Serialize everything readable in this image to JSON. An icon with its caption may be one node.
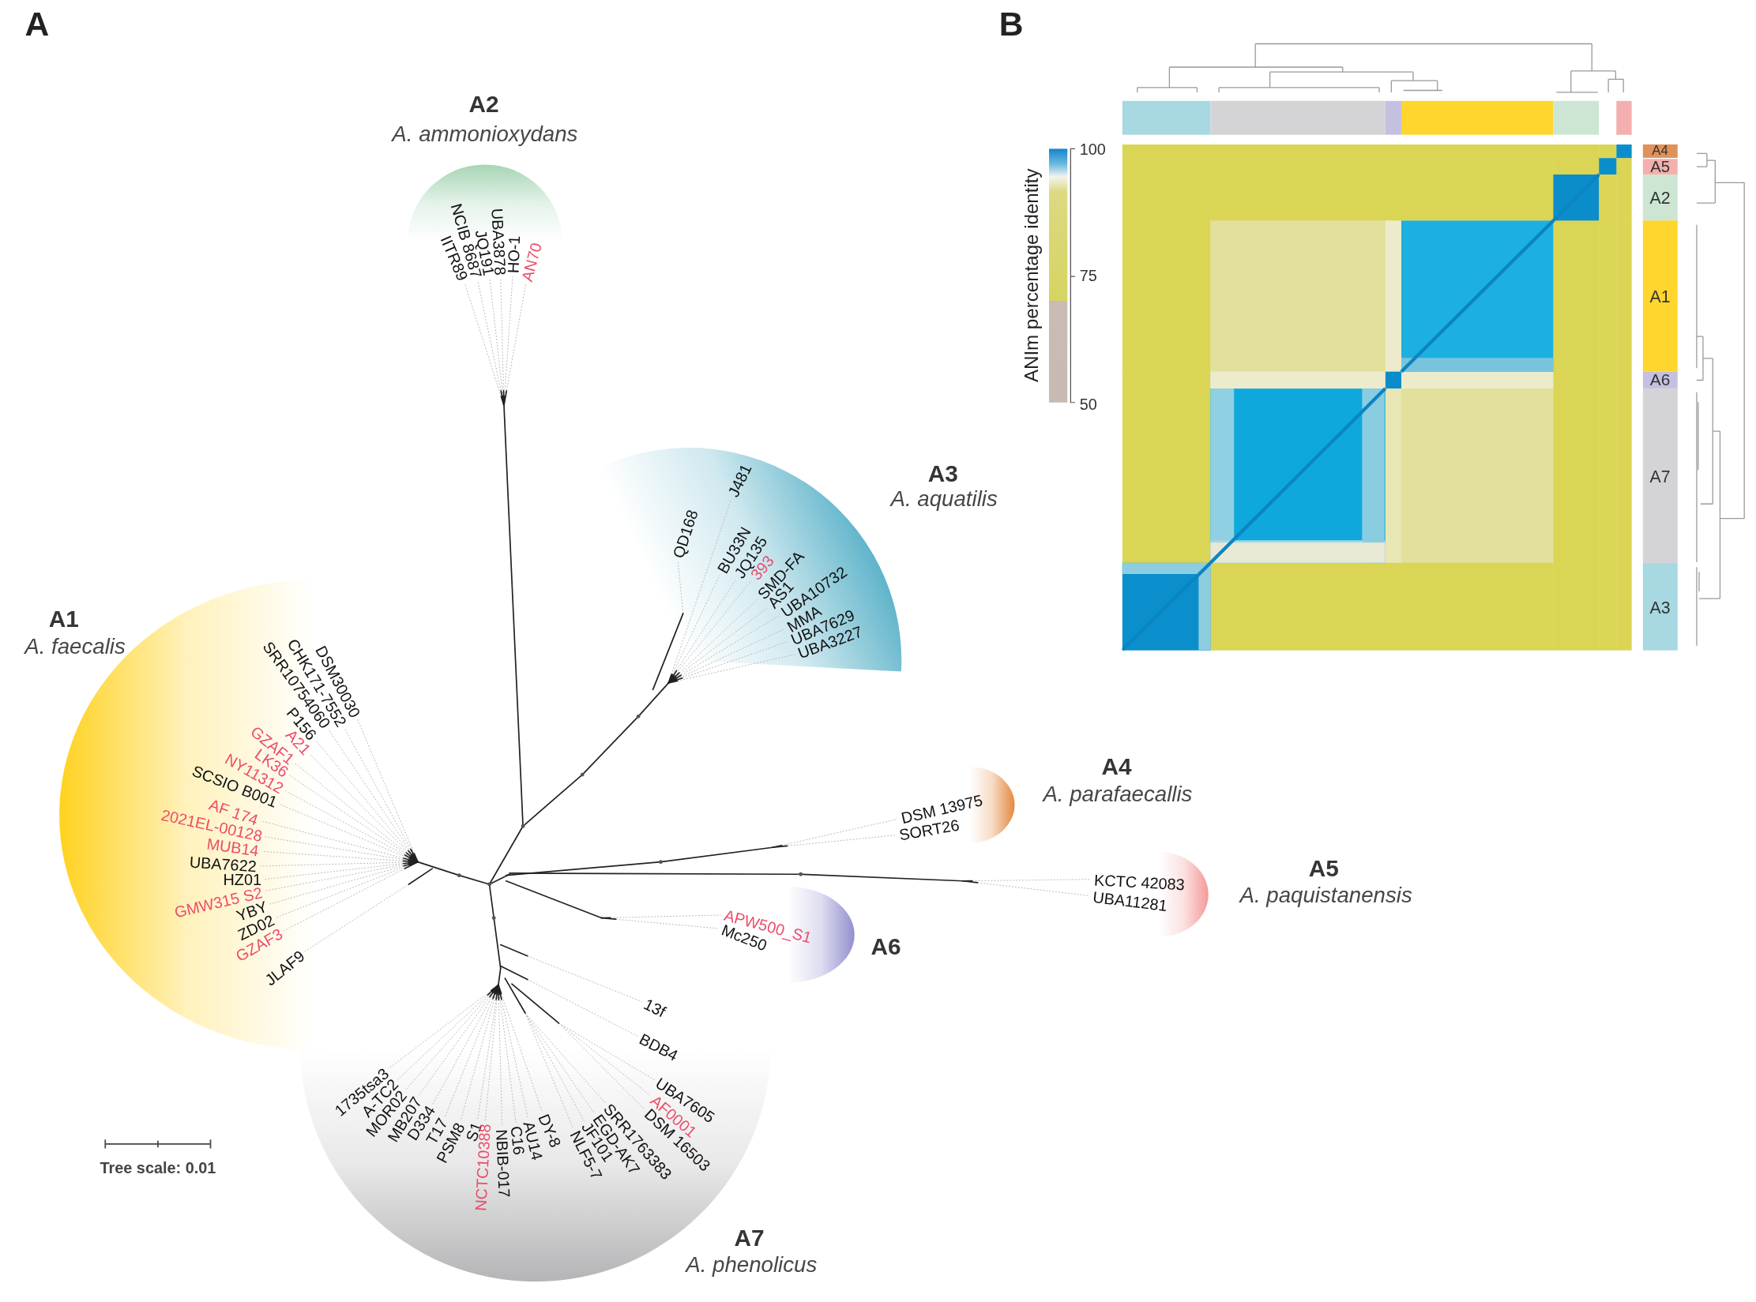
{
  "diagram": {
    "nodes": [
      {
        "text": [
          "A2",
          "A. ammonioxydans",
          "IITR89",
          "NCIB 8687",
          "JQ191",
          "UBA3878",
          "HO-1",
          "AN70"
        ]
      },
      {
        "text": [
          "A3",
          "A. aquatilis",
          "J481",
          "QD168",
          "BU33N",
          "JQ135",
          "393",
          "SMD-FA",
          "AS1",
          "UBA10732",
          "MMA",
          "UBA7629",
          "UBA3227"
        ]
      },
      {
        "text": [
          "A1",
          "A. faecalis",
          "DSM30030",
          "CHK171-7552",
          "SRR10754060",
          "P156",
          "A21",
          "GZAF1",
          "LK36",
          "NY11312",
          "SCSIO B001",
          "AF 174",
          "2021EL-00128",
          "MUB14",
          "UBA7622",
          "HZ01",
          "GMW315 S2",
          "YBY",
          "ZD02",
          "GZAF3",
          "JLAF9"
        ]
      },
      {
        "text": [
          "A4",
          "A. parafaecallis",
          "DSM 13975",
          "SORT26"
        ]
      },
      {
        "text": [
          "A5",
          "A. paquistanensis",
          "KCTC 42083",
          "UBA11281"
        ]
      },
      {
        "text": [
          "A6",
          "APW500_S1",
          "Mc250"
        ]
      },
      {
        "text": [
          "A7",
          "A. phenolicus",
          "1735tsa3",
          "A-TC2",
          "MOR02",
          "MB207",
          "D334",
          "T17",
          "PSM8",
          "S1",
          "NCTC10388",
          "NBIB-017",
          "C16",
          "AU14",
          "DY-8",
          "NLF5-7",
          "JF101",
          "EGD-AK7",
          "SRR1763383",
          "DSM 16503",
          "AF0001",
          "UBA7605",
          "BDB4",
          "13f"
        ]
      },
      {
        "text": [
          "A4"
        ]
      },
      {
        "text": [
          "A5"
        ]
      },
      {
        "text": [
          "A2"
        ]
      },
      {
        "text": [
          "A1"
        ]
      },
      {
        "text": [
          "A6"
        ]
      },
      {
        "text": [
          "A7"
        ]
      },
      {
        "text": [
          "A3"
        ]
      }
    ],
    "labels": [
      "A",
      "B",
      "100",
      "75",
      "50",
      "ANIm percentage identity",
      "Tree scale: 0.01"
    ]
  }
}
